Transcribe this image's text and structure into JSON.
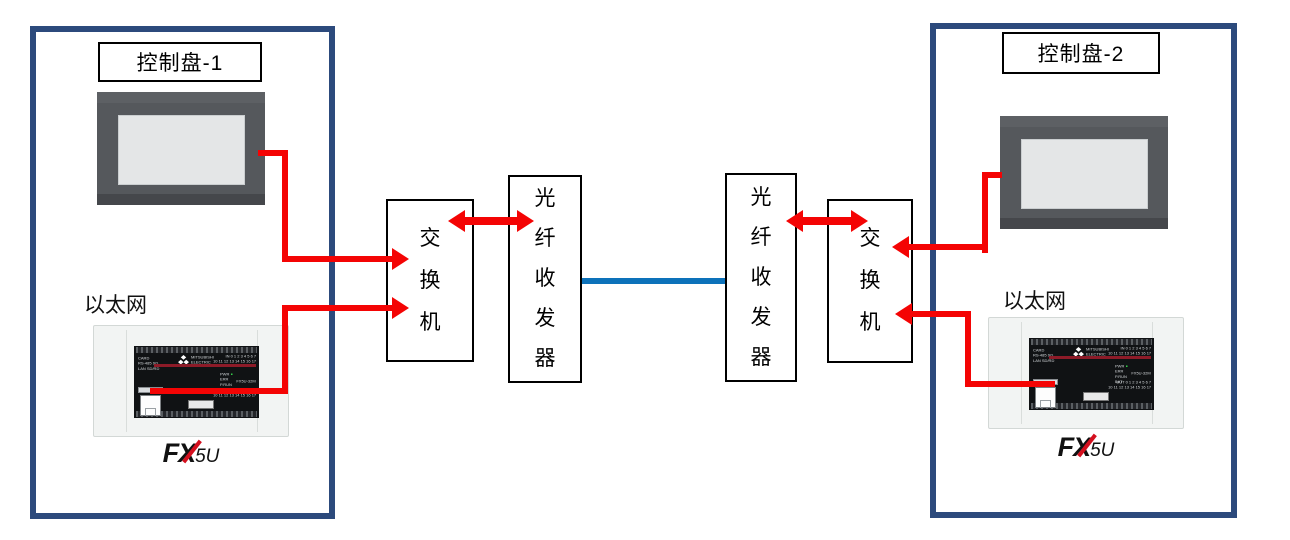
{
  "colors": {
    "panel_border": "#2c4a7c",
    "connector_red": "#f40404",
    "fiber_blue": "#0d72ba"
  },
  "panels": {
    "left": {
      "title": "控制盘-1",
      "ethernet_label": "以太网"
    },
    "right": {
      "title": "控制盘-2",
      "ethernet_label": "以太网"
    }
  },
  "nodes": {
    "switch_left": "交换机",
    "transceiver_left": "光纤收发器",
    "transceiver_right": "光纤收发器",
    "switch_right": "交换机"
  },
  "plc": {
    "product_label_fx": "FX",
    "product_label_5u": "5U",
    "brand_line1": "MITSUBISHI",
    "brand_line2": "ELECTRIC",
    "face": {
      "card": "CARD",
      "row2": "RS-485   SD",
      "row3": "LAN   SD/RD",
      "in_row1": "IN 0 1 2 3 4 5 6 7",
      "in_row2": "10 11 12 13 14 15 16 17",
      "pwr": "PWR",
      "err": "ERR",
      "prun": "P.RUN",
      "bat": "BAT",
      "model": "FX5U-32M",
      "out_row1": "OUT 0 1 2 3 4 5 6 7",
      "out_row2": "10 11 12 13 14 15 16 17"
    }
  }
}
